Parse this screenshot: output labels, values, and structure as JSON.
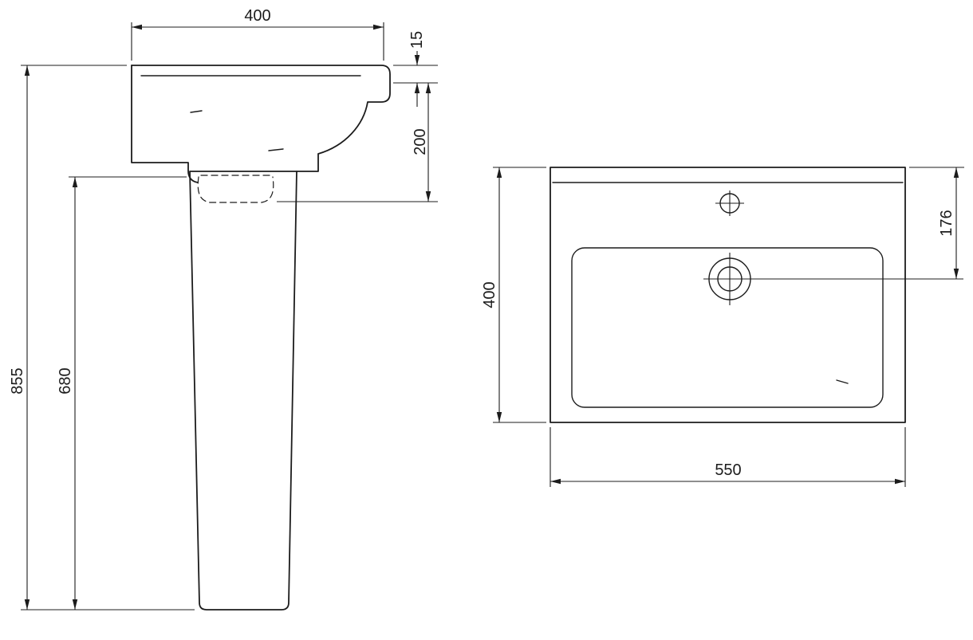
{
  "canvas": {
    "background": "#ffffff",
    "line_color": "#1c1c1c"
  },
  "side_view": {
    "dimensions": {
      "basin_top_width": "400",
      "rim_thickness": "15",
      "basin_depth": "200",
      "overall_height": "855",
      "pedestal_height": "680"
    }
  },
  "plan_view": {
    "dimensions": {
      "overall_depth": "400",
      "tap_hole_center_offset": "176",
      "overall_width": "550"
    }
  }
}
